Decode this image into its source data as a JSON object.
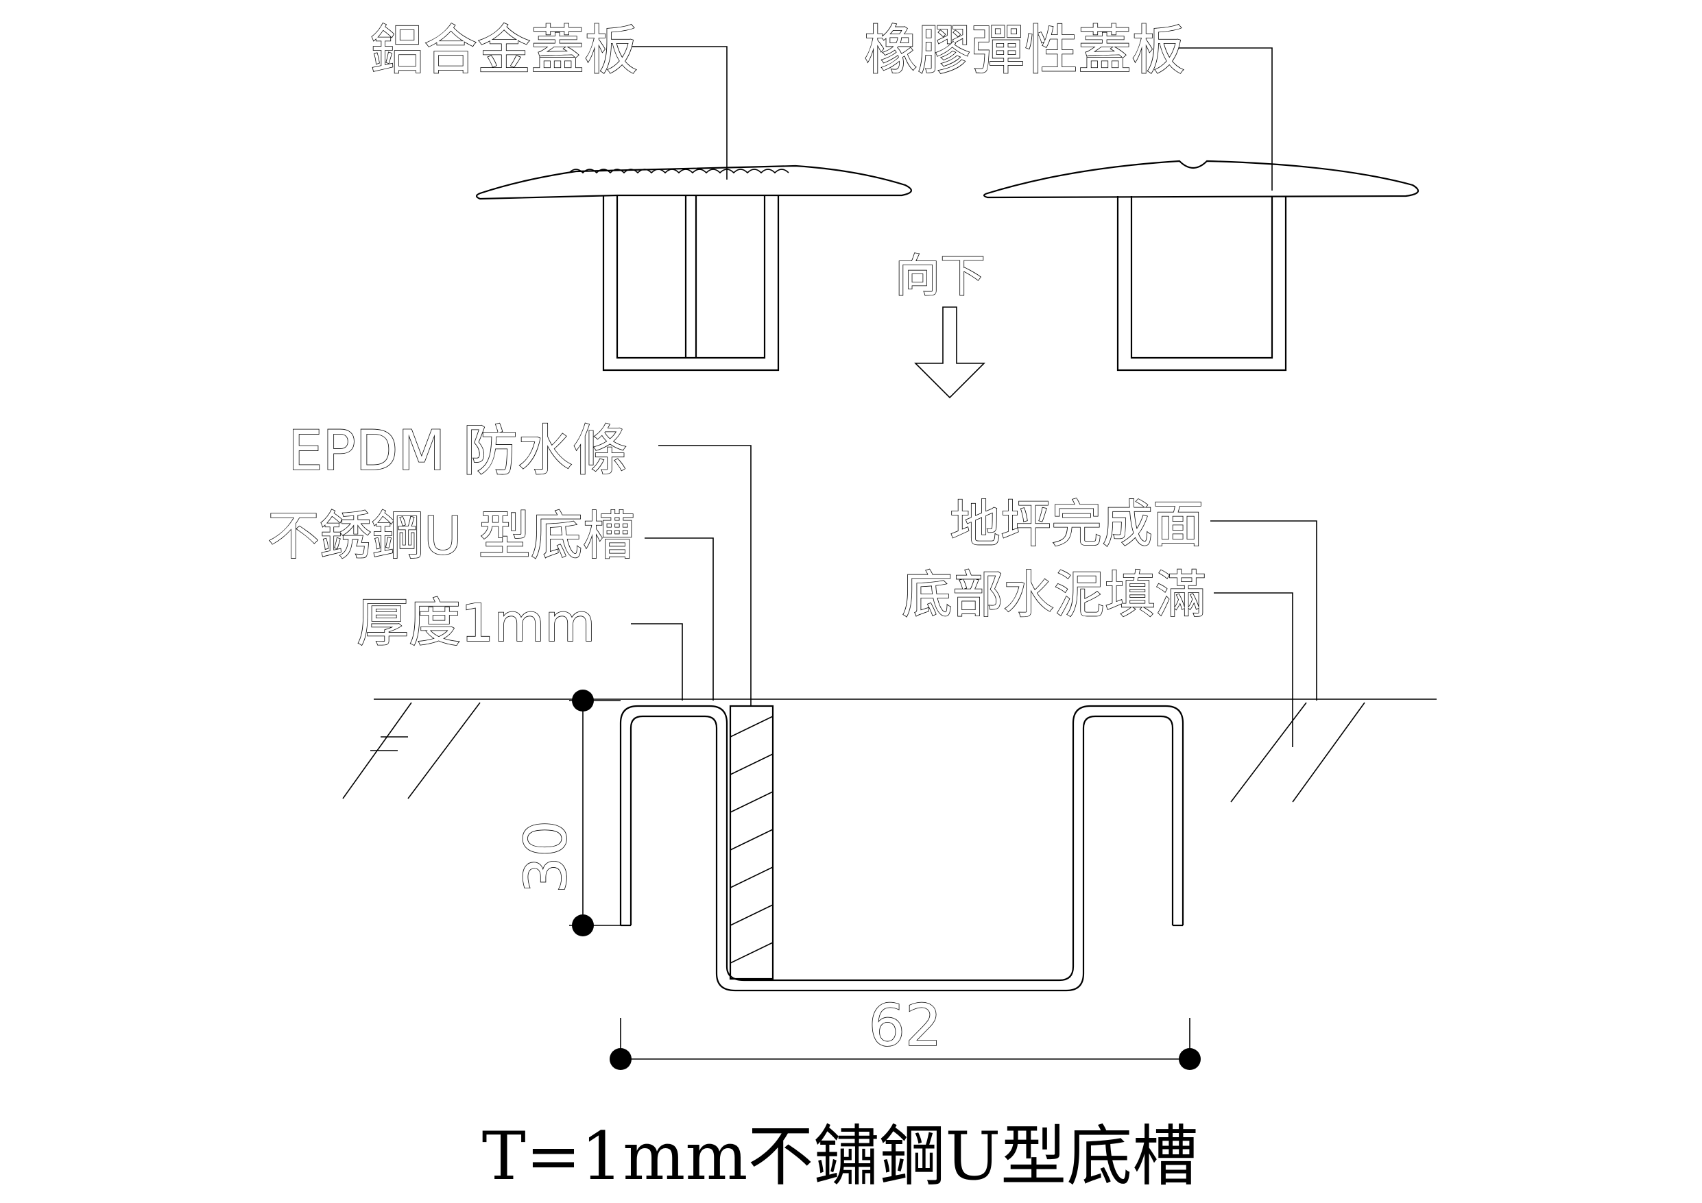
{
  "labels": {
    "aluminum_cover": "鋁合金蓋板",
    "rubber_cover": "橡膠彈性蓋板",
    "direction": "向下",
    "epdm": "EPDM 防水條",
    "u_channel": "不銹鋼U 型底槽",
    "thickness": "厚度1mm",
    "floor_finish": "地坪完成面",
    "cement_fill": "底部水泥填滿"
  },
  "dimensions": {
    "height": "30",
    "width": "62"
  },
  "title": "T=1mm不鏽鋼U型底槽",
  "colors": {
    "line": "#000000",
    "background": "#ffffff"
  }
}
